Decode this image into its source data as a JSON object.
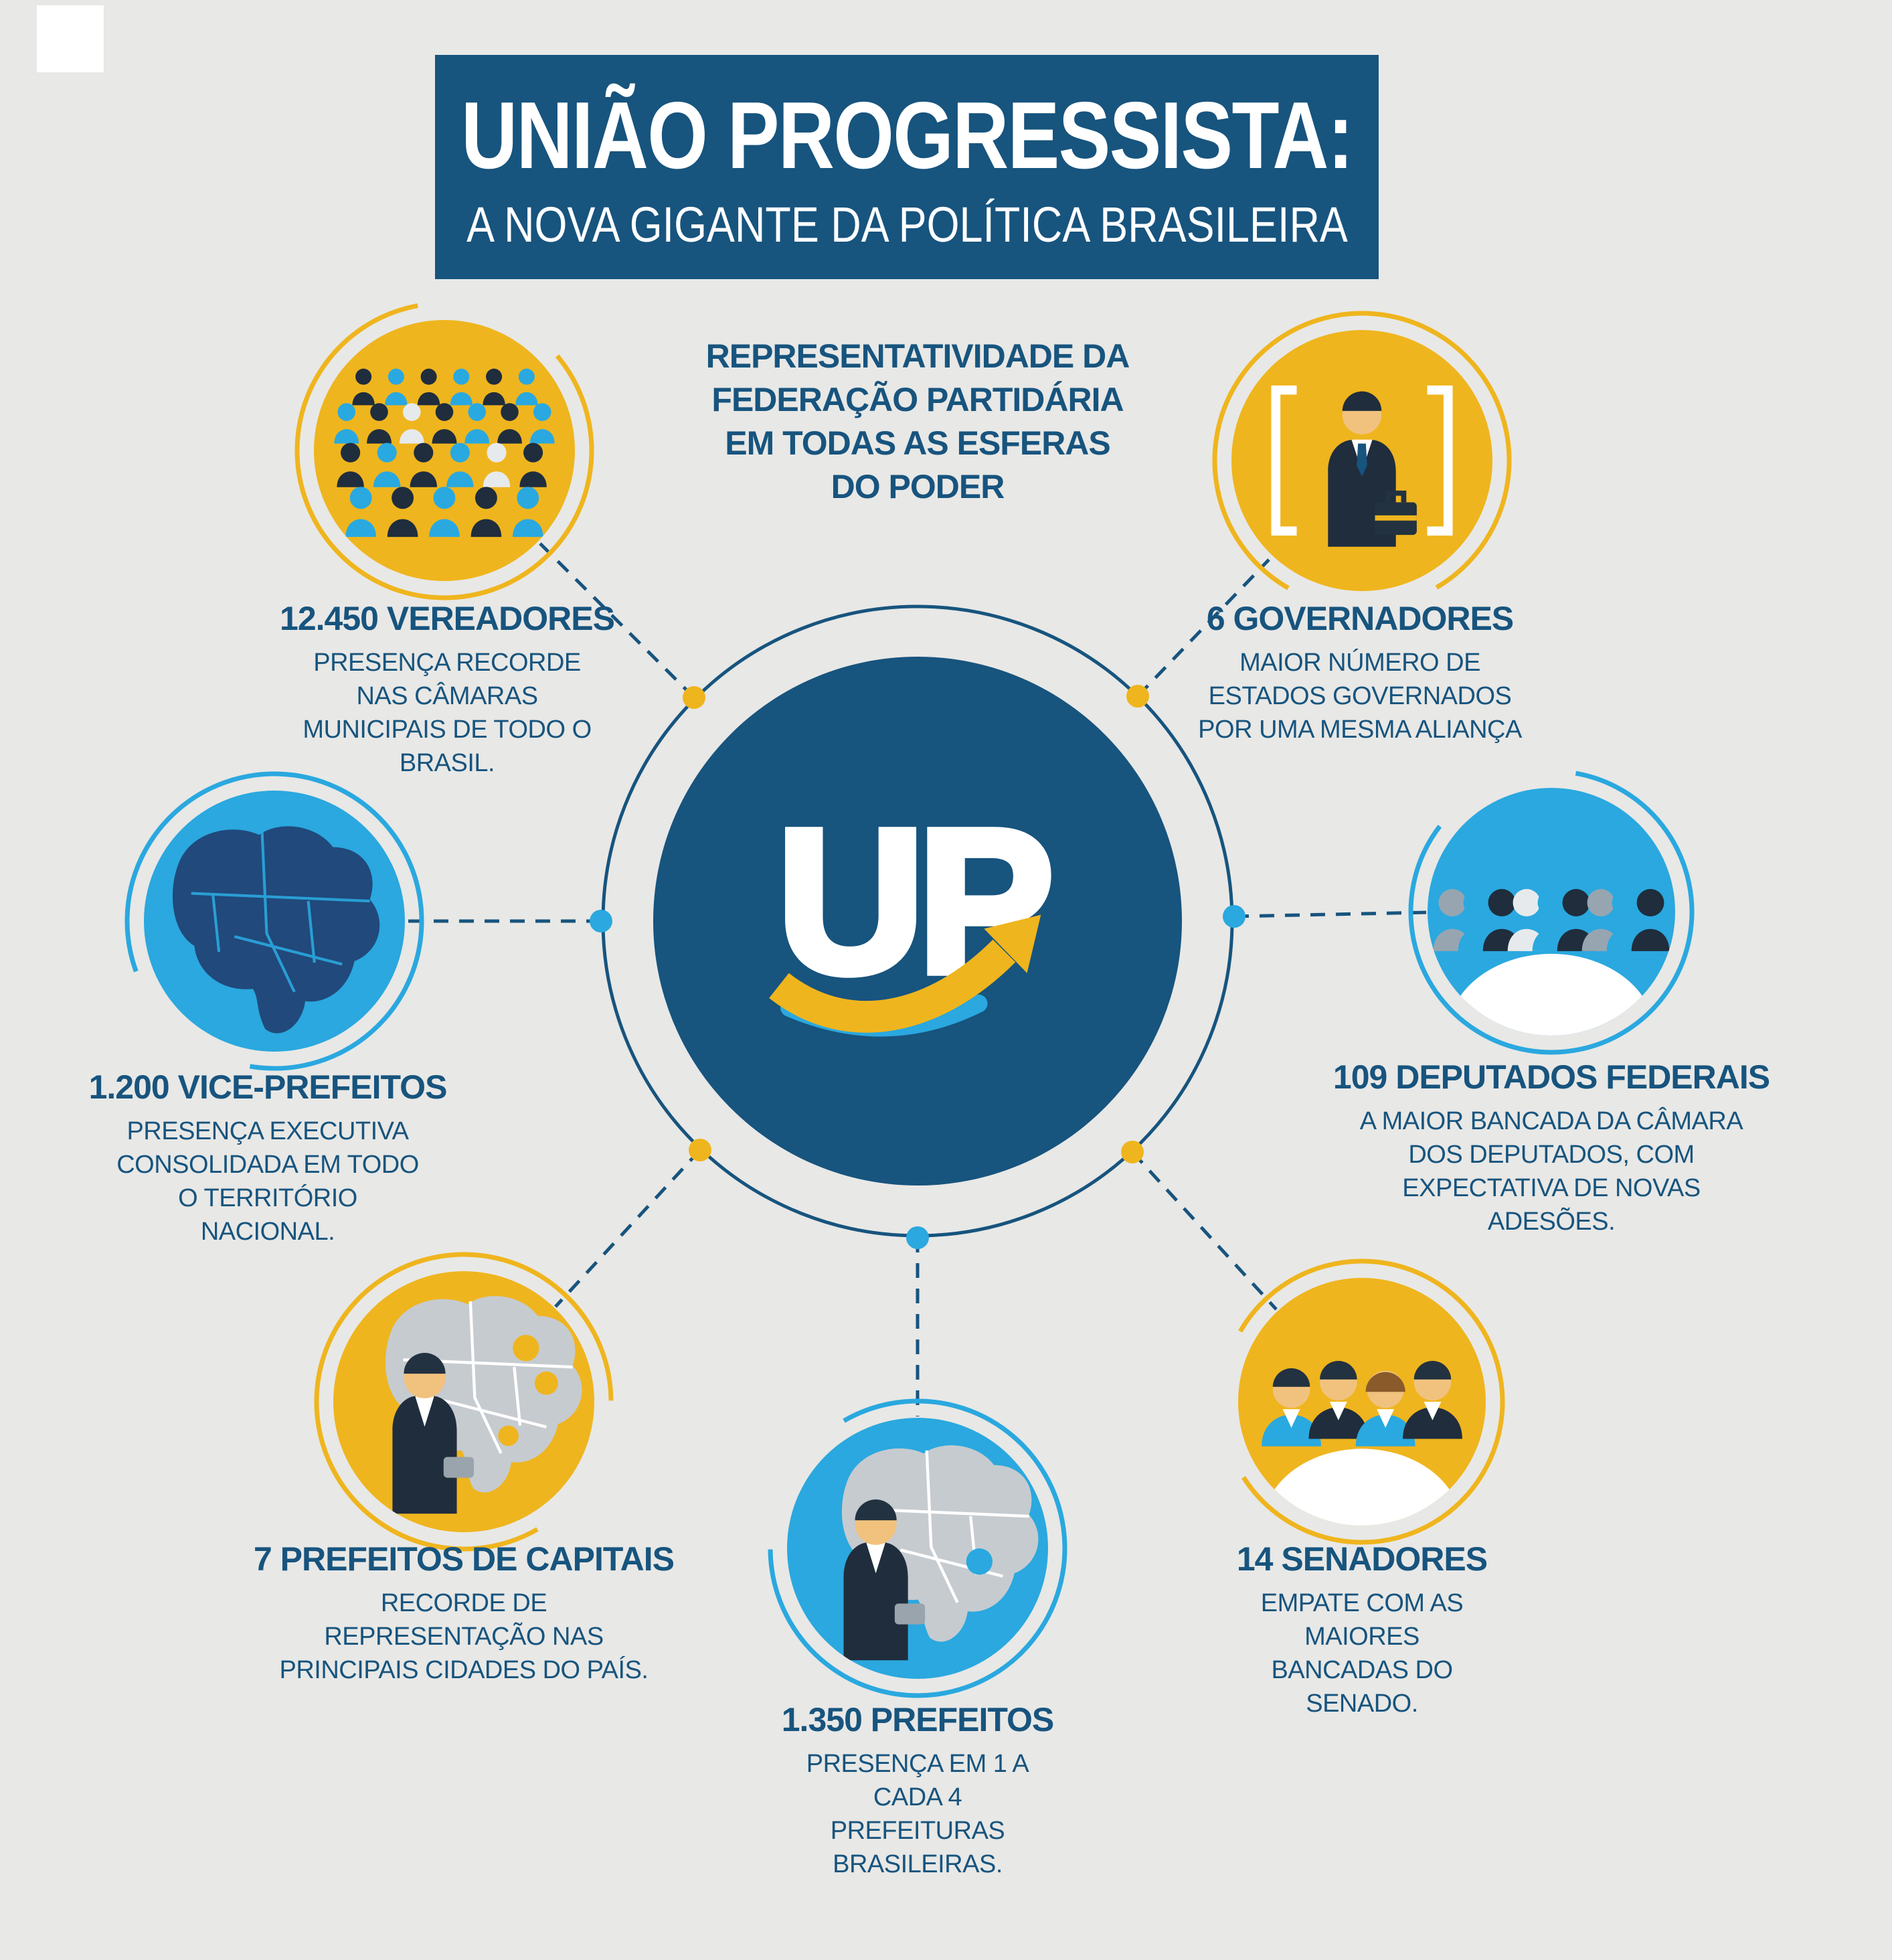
{
  "palette": {
    "navy": "#17547E",
    "yellow": "#EFB51E",
    "light_blue": "#2AA8DF",
    "background": "#E8E8E6",
    "white": "#FFFFFF",
    "dark_suit": "#1F2D3D",
    "map_gray": "#C6CBD0",
    "map_navy": "#21497B"
  },
  "header": {
    "title": "UNIÃO PROGRESSISTA:",
    "subtitle": "A NOVA GIGANTE DA POLÍTICA BRASILEIRA"
  },
  "center": {
    "logo_text": "UP",
    "intro": "REPRESENTATIVIDADE DA FEDERAÇÃO PARTIDÁRIA EM TODAS AS ESFERAS DO PODER"
  },
  "stats": [
    {
      "id": "vereadores",
      "title": "12.450 VEREADORES",
      "description": "PRESENÇA RECORDE NAS CÂMARAS MUNICIPAIS DE TODO O BRASIL.",
      "icon": "crowd-icon",
      "circle_color": "#EFB51E"
    },
    {
      "id": "governadores",
      "title": "6 GOVERNADORES",
      "description": "MAIOR NÚMERO DE ESTADOS GOVERNADOS POR UMA MESMA ALIANÇA",
      "icon": "governor-icon",
      "circle_color": "#EFB51E"
    },
    {
      "id": "vice-prefeitos",
      "title": "1.200 VICE-PREFEITOS",
      "description": "PRESENÇA EXECUTIVA CONSOLIDADA EM TODO O TERRITÓRIO NACIONAL.",
      "icon": "brazil-map-icon",
      "circle_color": "#2AA8DF"
    },
    {
      "id": "deputados-federais",
      "title": "109 DEPUTADOS FEDERAIS",
      "description": "A MAIOR BANCADA DA CÂMARA DOS DEPUTADOS, COM EXPECTATIVA DE NOVAS ADESÕES.",
      "icon": "parliament-group-icon",
      "circle_color": "#2AA8DF"
    },
    {
      "id": "prefeitos-de-capitais",
      "title": "7 PREFEITOS DE CAPITAIS",
      "description": "RECORDE DE REPRESENTAÇÃO NAS PRINCIPAIS CIDADES DO PAÍS.",
      "icon": "mayor-capitals-icon",
      "circle_color": "#EFB51E"
    },
    {
      "id": "senadores",
      "title": "14 SENADORES",
      "description": "EMPATE COM AS MAIORES BANCADAS DO SENADO.",
      "icon": "senators-group-icon",
      "circle_color": "#EFB51E"
    },
    {
      "id": "prefeitos",
      "title": "1.350 PREFEITOS",
      "description": "PRESENÇA EM 1 A CADA 4 PREFEITURAS BRASILEIRAS.",
      "icon": "mayor-map-icon",
      "circle_color": "#2AA8DF"
    }
  ]
}
